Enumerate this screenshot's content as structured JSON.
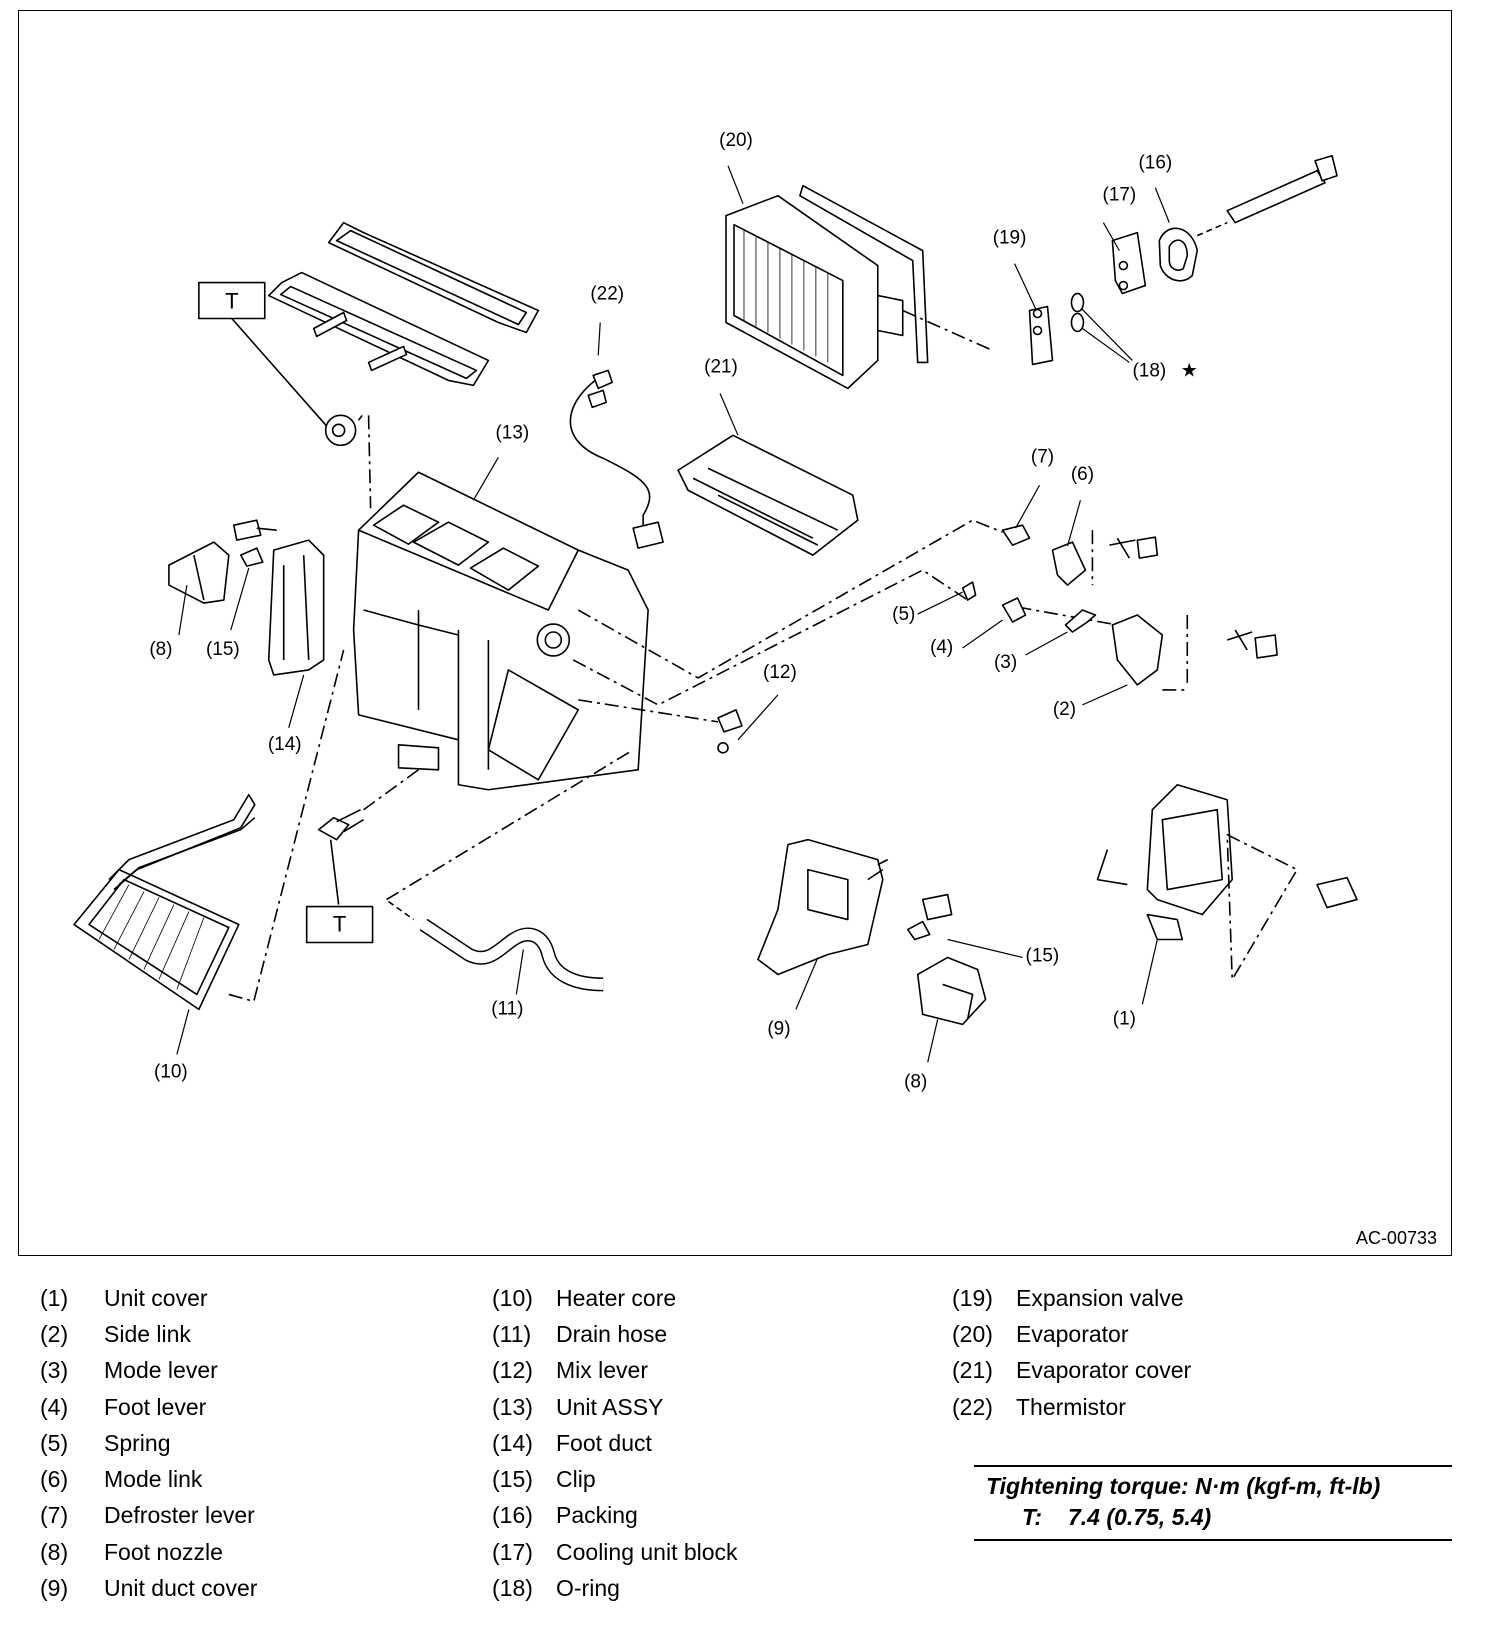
{
  "figure_code": "AC-00733",
  "torque_symbol": "T",
  "star_symbol": "★",
  "callouts": {
    "c1": "(1)",
    "c2": "(2)",
    "c3": "(3)",
    "c4": "(4)",
    "c5": "(5)",
    "c6": "(6)",
    "c7": "(7)",
    "c8a": "(8)",
    "c8b": "(8)",
    "c9": "(9)",
    "c10": "(10)",
    "c11": "(11)",
    "c12": "(12)",
    "c13": "(13)",
    "c14": "(14)",
    "c15a": "(15)",
    "c15b": "(15)",
    "c16": "(16)",
    "c17": "(17)",
    "c18": "(18)",
    "c19": "(19)",
    "c20": "(20)",
    "c21": "(21)",
    "c22": "(22)"
  },
  "legend": [
    {
      "num": "(1)",
      "label": "Unit cover"
    },
    {
      "num": "(2)",
      "label": "Side link"
    },
    {
      "num": "(3)",
      "label": "Mode lever"
    },
    {
      "num": "(4)",
      "label": "Foot lever"
    },
    {
      "num": "(5)",
      "label": "Spring"
    },
    {
      "num": "(6)",
      "label": "Mode link"
    },
    {
      "num": "(7)",
      "label": "Defroster lever"
    },
    {
      "num": "(8)",
      "label": "Foot nozzle"
    },
    {
      "num": "(9)",
      "label": "Unit duct cover"
    },
    {
      "num": "(10)",
      "label": "Heater core"
    },
    {
      "num": "(11)",
      "label": "Drain hose"
    },
    {
      "num": "(12)",
      "label": "Mix lever"
    },
    {
      "num": "(13)",
      "label": "Unit ASSY"
    },
    {
      "num": "(14)",
      "label": "Foot duct"
    },
    {
      "num": "(15)",
      "label": "Clip"
    },
    {
      "num": "(16)",
      "label": "Packing"
    },
    {
      "num": "(17)",
      "label": "Cooling unit block"
    },
    {
      "num": "(18)",
      "label": "O-ring"
    },
    {
      "num": "(19)",
      "label": "Expansion valve"
    },
    {
      "num": "(20)",
      "label": "Evaporator"
    },
    {
      "num": "(21)",
      "label": "Evaporator cover"
    },
    {
      "num": "(22)",
      "label": "Thermistor"
    }
  ],
  "torque": {
    "heading": "Tightening torque: N·m (kgf-m, ft-lb)",
    "key": "T:",
    "value": "7.4 (0.75, 5.4)"
  }
}
